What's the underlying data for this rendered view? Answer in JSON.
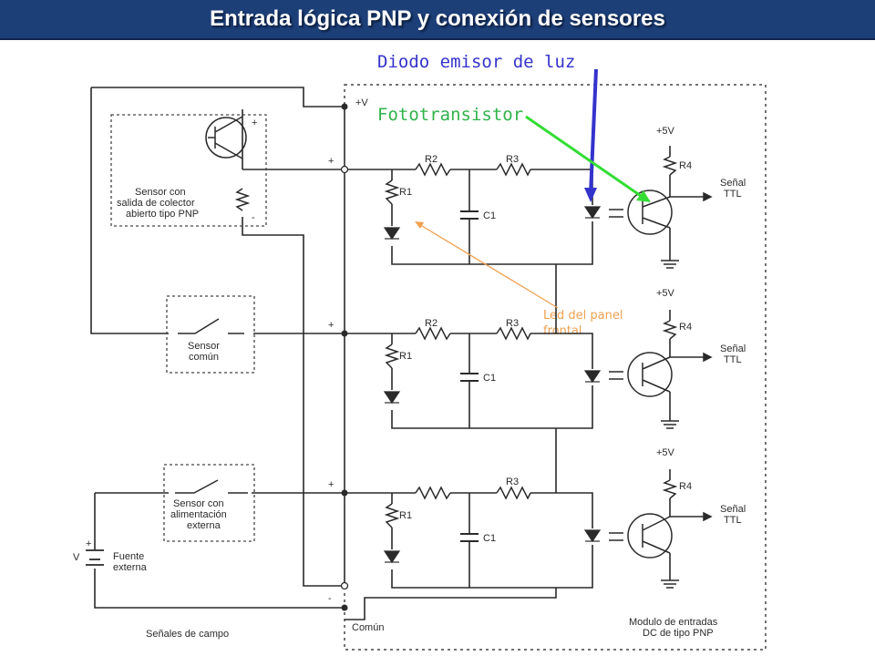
{
  "title": "Entrada lógica PNP y conexión de sensores",
  "callouts": {
    "led": "Diodo emisor de luz",
    "fototransistor": "Fototransistor",
    "panel_led": "Led del panel frontal"
  },
  "schematic": {
    "supply_plus_v": "+V",
    "plus": "+",
    "minus": "-",
    "sensor_pnp": [
      "Sensor con",
      "salida de colector",
      "abierto tipo PNP"
    ],
    "sensor_comun": [
      "Sensor",
      "común"
    ],
    "sensor_ext": [
      "Sensor con",
      "alimentación",
      "externa"
    ],
    "fuente": [
      "Fuente",
      "externa"
    ],
    "fuente_v": "V",
    "r1": "R1",
    "r2": "R2",
    "r3": "R3",
    "r4": "R4",
    "c1": "C1",
    "plus5v": "+5V",
    "senal_ttl": [
      "Señal",
      "TTL"
    ],
    "comun": "Común",
    "senales_campo": "Señales de campo",
    "modulo": [
      "Modulo de entradas",
      "DC de tipo PNP"
    ]
  },
  "colors": {
    "title_bg": "#1d3f78",
    "led_arrow": "#3433cc",
    "foto_arrow": "#33dd33",
    "panel_arrow": "#f0a050",
    "ink": "#2a2a2a"
  }
}
